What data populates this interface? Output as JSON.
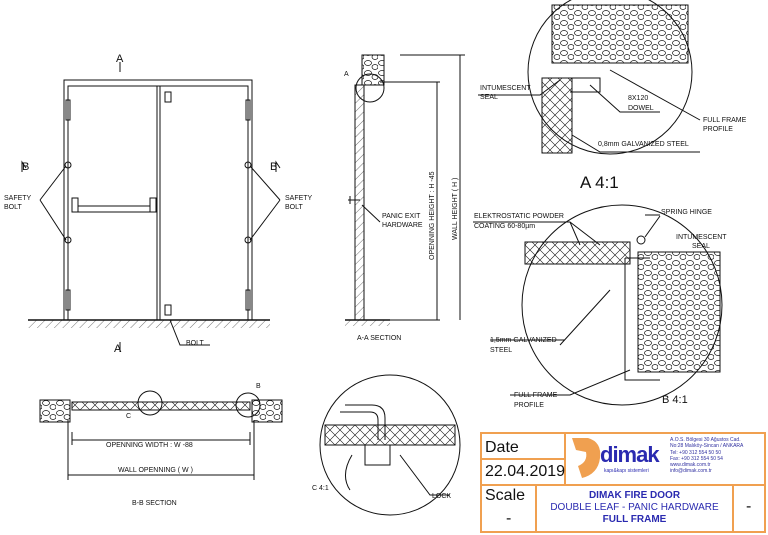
{
  "elevation": {
    "section_marks": [
      "A",
      "A",
      "B",
      "B"
    ],
    "safety_bolt_left": [
      "SAFETY",
      "BOLT"
    ],
    "safety_bolt_right": [
      "SAFETY",
      "BOLT"
    ],
    "bolt": "BOLT"
  },
  "section_aa": {
    "mark": "A",
    "panic_exit": [
      "PANIC EXIT",
      "HARDWARE"
    ],
    "opening_height": "OPENNING HEIGHT : H -45",
    "wall_height": "WALL HEIGHT ( H )",
    "title": "A-A  SECTION"
  },
  "section_bb": {
    "opening_width": "OPENNING WIDTH : W -88",
    "wall_opening": "WALL OPENNING ( W )",
    "title": "B-B  SECTION",
    "marks": [
      "C",
      "B"
    ]
  },
  "detail_a": {
    "intumescent": [
      "INTUMESCENT",
      "SEAL"
    ],
    "dowel": [
      "8X120",
      "DOWEL"
    ],
    "frame": [
      "FULL FRAME",
      "PROFILE"
    ],
    "steel": "0,8mm GALVANIZED STEEL",
    "title": "A 4:1"
  },
  "detail_b": {
    "coating": [
      "ELEKTROSTATIC POWDER",
      "COATING 60-80µm"
    ],
    "hinge": "SPRING HINGE",
    "intumescent": [
      "INTUMESCENT",
      "SEAL"
    ],
    "steel": [
      "1,5mm GALVANIZED",
      "STEEL"
    ],
    "frame": [
      "FULL FRAME",
      "PROFILE"
    ],
    "title": "B 4:1"
  },
  "detail_c": {
    "title": "C  4:1",
    "lock": "LOCK"
  },
  "title_block": {
    "date_label": "Date",
    "date": "22.04.2019",
    "scale_label": "Scale",
    "scale": "-",
    "logo": "dimak",
    "logo_sub": "kapı&kapı sistemleri",
    "address": [
      "A.O.S. Bölgesi 30 Ağustos Cad.",
      "No:28 Malıköy-Sincan / ANKARA",
      "Tel: +90 312 554 50 50",
      "Fax: +90 312 554 50 54",
      "www.dimak.com.tr",
      "info@dimak.com.tr"
    ],
    "title_lines": [
      "DIMAK FIRE DOOR",
      "DOUBLE LEAF  - PANIC HARDWARE",
      "FULL FRAME"
    ],
    "sheet": "-",
    "accent": "#f0a050",
    "title_color": "#2a2ab0"
  }
}
